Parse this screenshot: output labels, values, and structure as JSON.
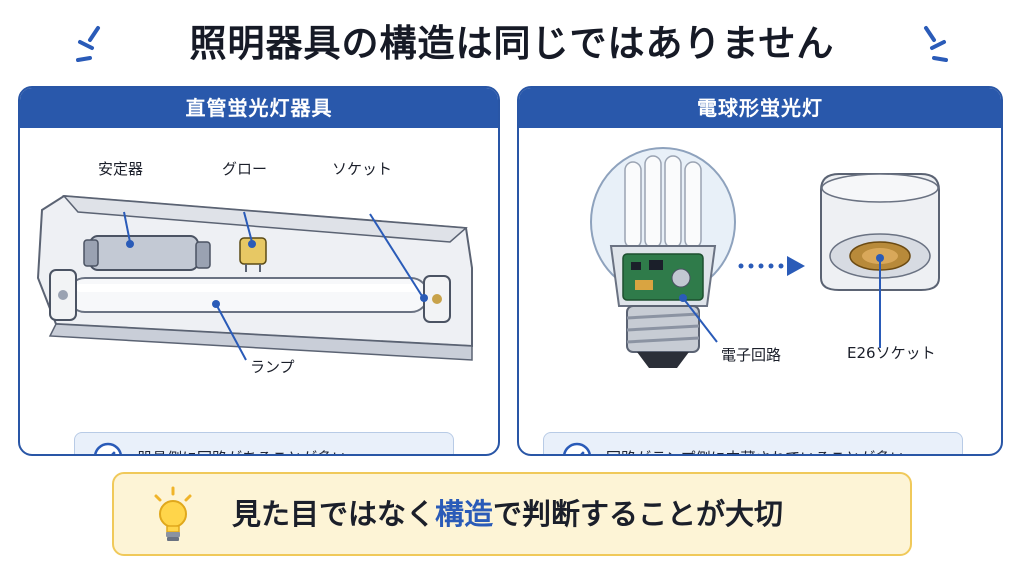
{
  "title": "照明器具の構造は同じではありません",
  "left_panel": {
    "heading": "直管蛍光灯器具",
    "labels": {
      "ballast": "安定器",
      "glow": "グロー",
      "socket": "ソケット",
      "lamp": "ランプ"
    },
    "note": "器具側に回路があることが多い"
  },
  "right_panel": {
    "heading": "電球形蛍光灯",
    "labels": {
      "circuit": "電子回路",
      "socket": "E26ソケット"
    },
    "note": "回路がランプ側に内蔵されていることが多い"
  },
  "banner": {
    "before": "見た目ではなく",
    "highlight": "構造",
    "after": "で判断することが大切"
  },
  "colors": {
    "accent_blue": "#2958ab",
    "banner_bg": "#fdf4d6",
    "banner_border": "#f0c95a",
    "highlight": "#2a5bb8"
  },
  "icons": [
    "sparkle-icon",
    "check-circle-icon",
    "lightbulb-icon",
    "arrow-right-icon"
  ]
}
